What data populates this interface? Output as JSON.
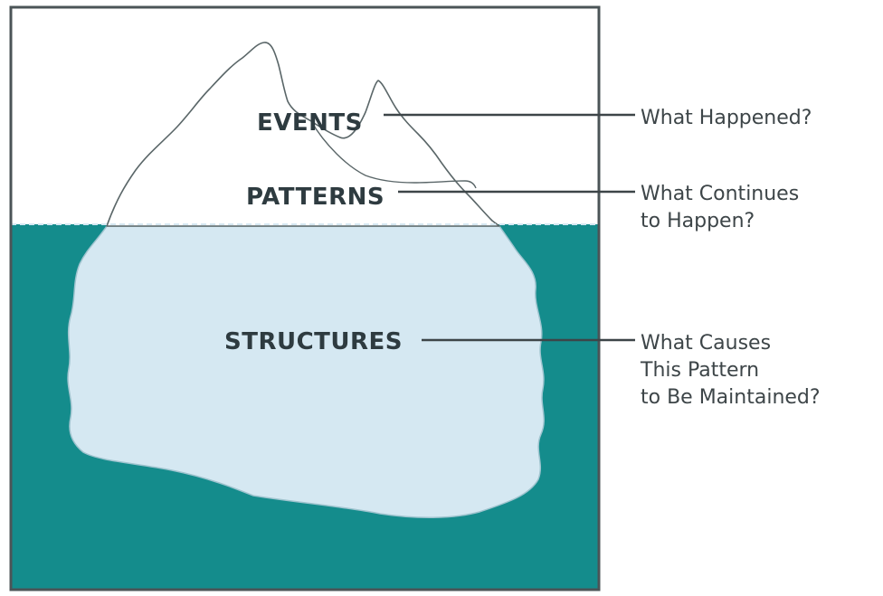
{
  "colors": {
    "sky": "#ffffff",
    "water": "#148c8c",
    "ice_above": "#ffffff",
    "ice_below": "#d5e8f2",
    "outline": "#5a6668",
    "frame": "#4b5457",
    "leader_line": "#3d4548",
    "label_text": "#2e3b40"
  },
  "levels": [
    {
      "label": "EVENTS",
      "question": [
        "What Happened?"
      ]
    },
    {
      "label": "PATTERNS",
      "question": [
        "What Continues",
        "to Happen?"
      ]
    },
    {
      "label": "STRUCTURES",
      "question": [
        "What Causes",
        "This Pattern",
        "to Be Maintained?"
      ]
    }
  ]
}
